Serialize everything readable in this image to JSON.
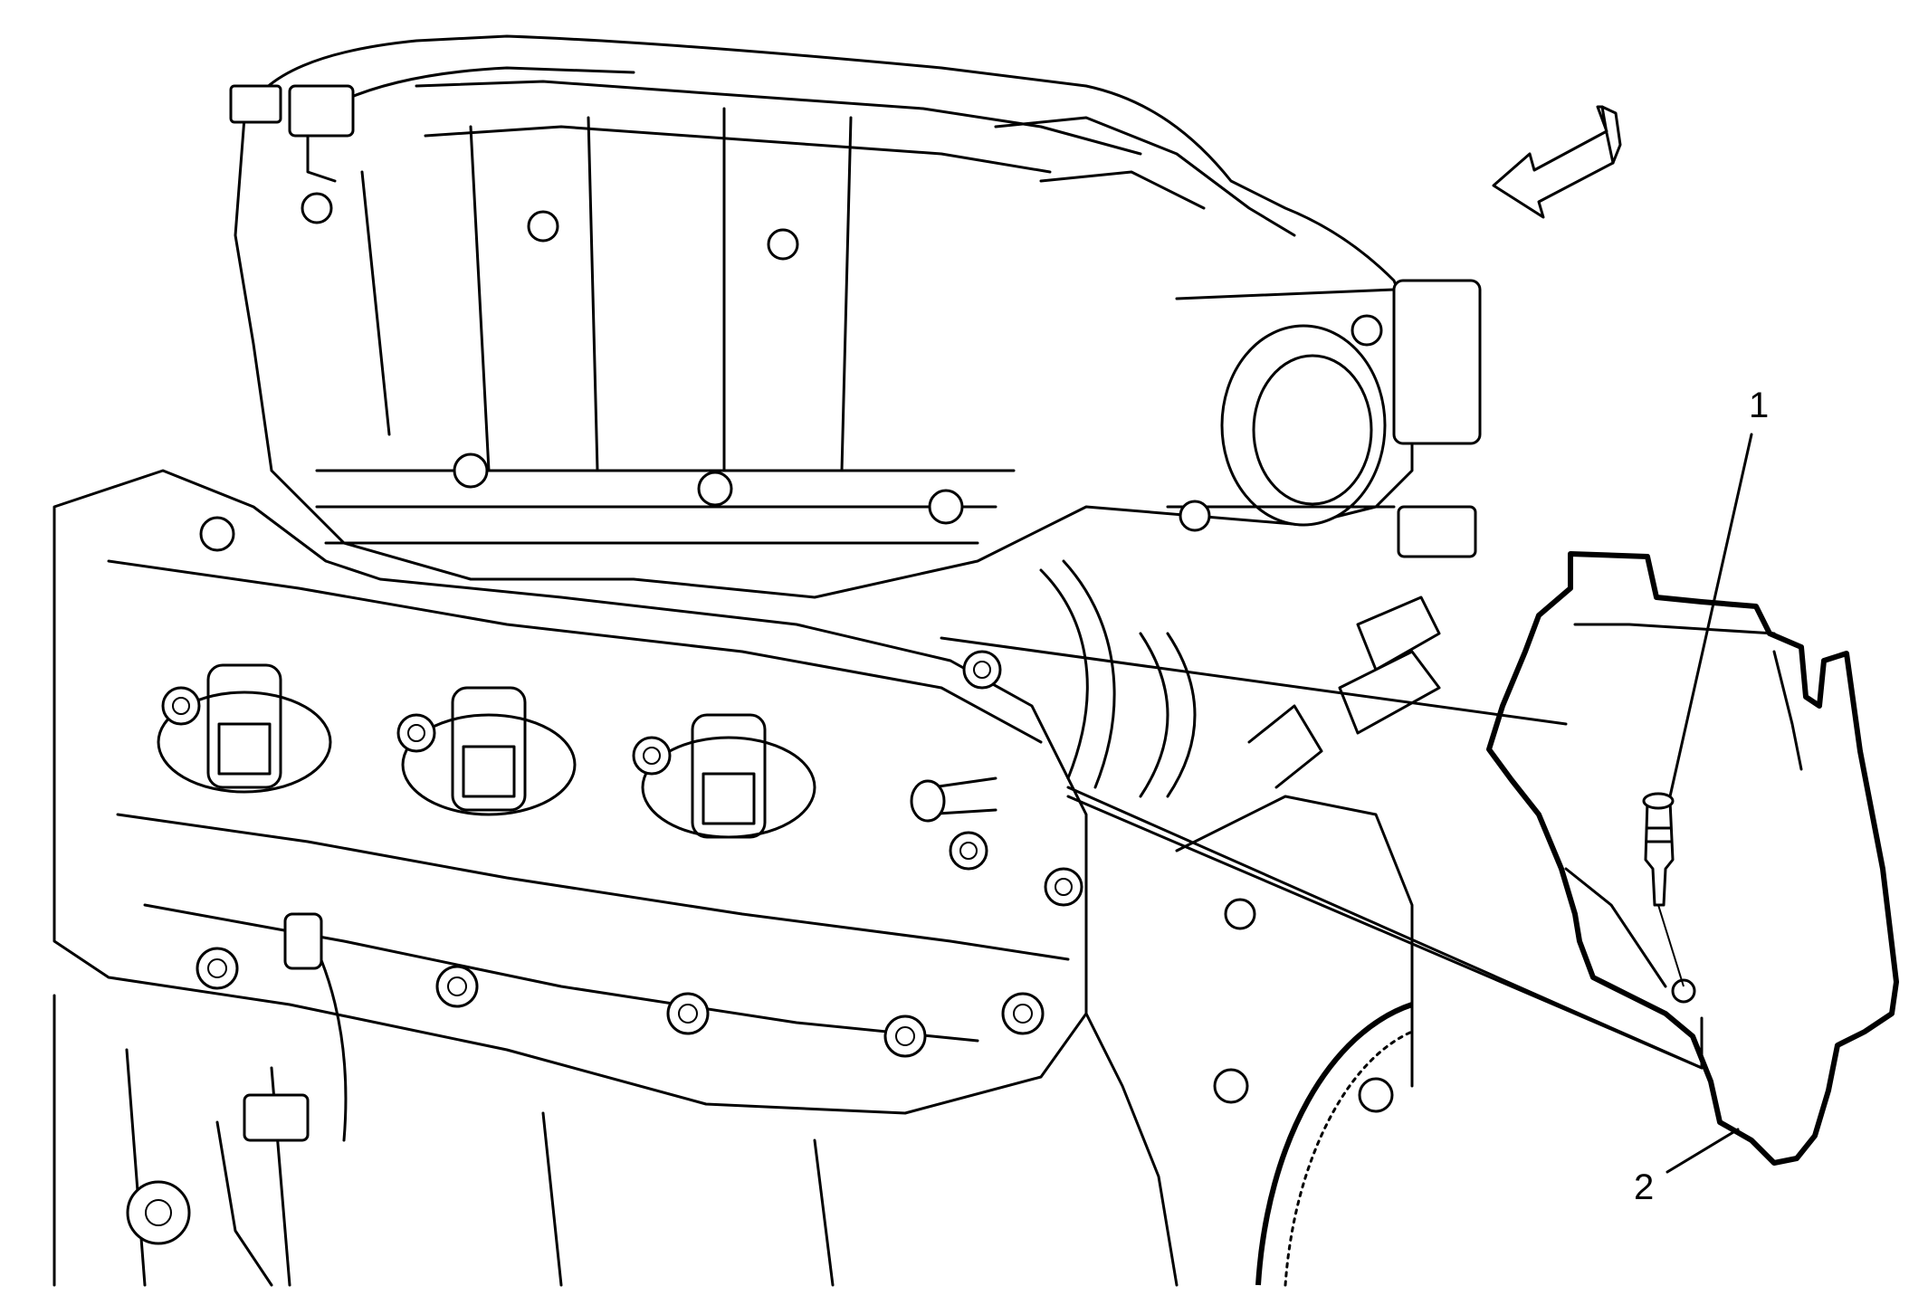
{
  "figure": {
    "callouts": [
      {
        "id": "1",
        "label": "1"
      },
      {
        "id": "2",
        "label": "2"
      }
    ],
    "colors": {
      "line": "#000000",
      "background": "#ffffff"
    },
    "icons": [
      "direction-arrow-icon"
    ]
  }
}
